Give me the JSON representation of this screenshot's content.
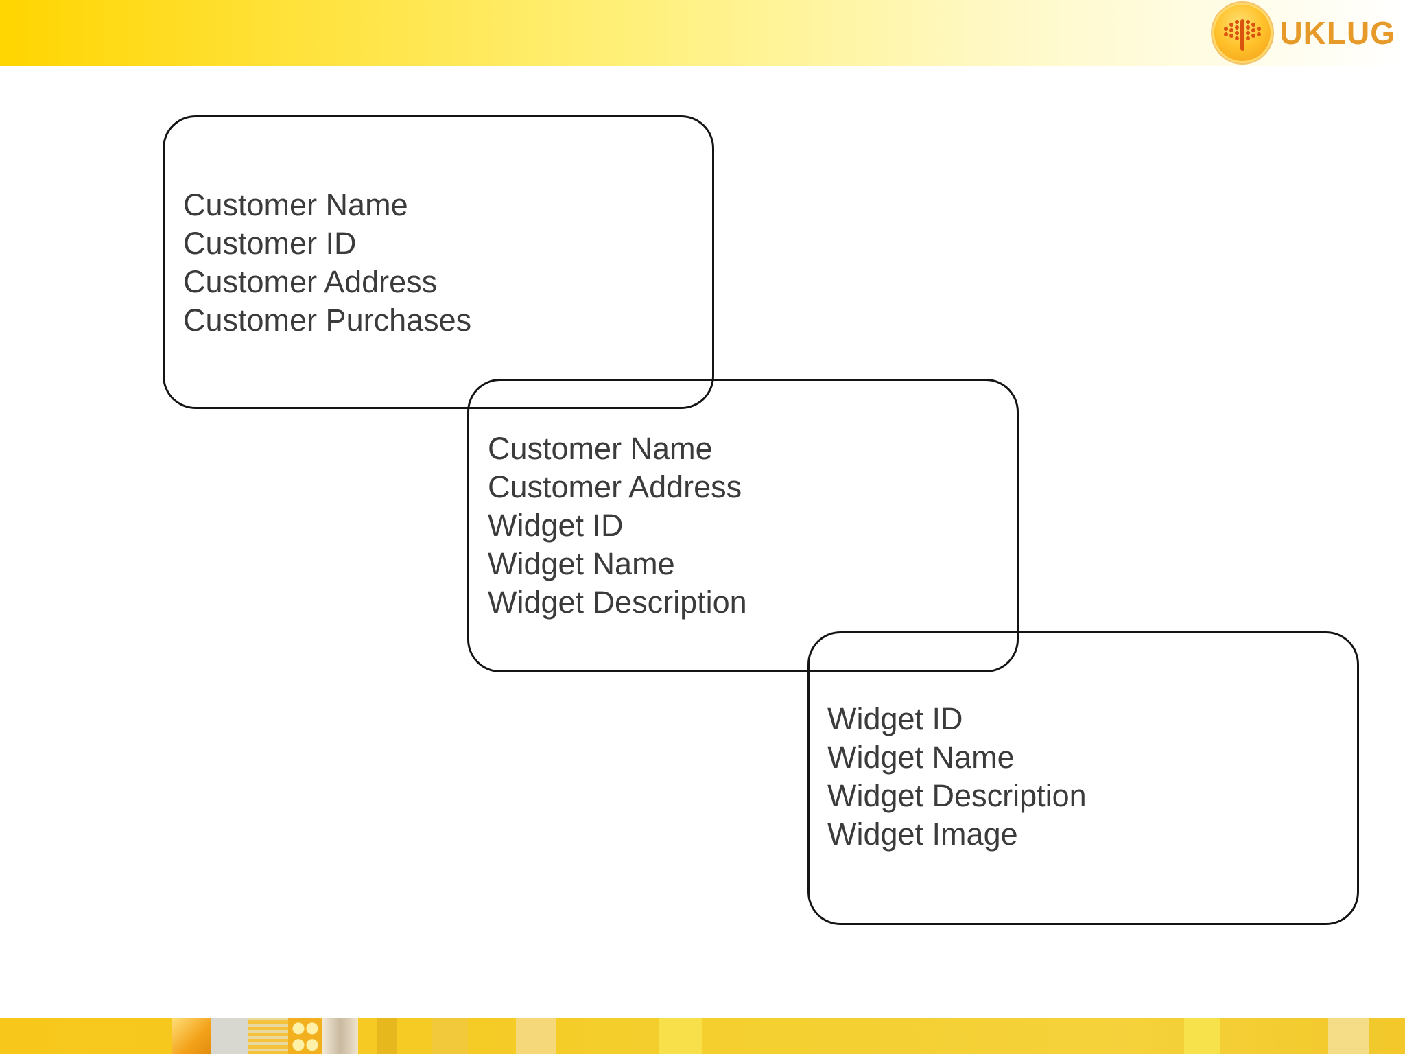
{
  "header": {
    "logo_text": "UKLUG",
    "logo_icon": "uklug-logo-icon"
  },
  "boxes": [
    {
      "lines": [
        "Customer Name",
        "Customer ID",
        "Customer Address",
        "Customer Purchases"
      ]
    },
    {
      "lines": [
        "Customer Name",
        "Customer Address",
        "Widget ID",
        "Widget Name",
        "Widget Description"
      ]
    },
    {
      "lines": [
        "Widget ID",
        "Widget Name",
        "Widget Description",
        "Widget Image"
      ]
    }
  ],
  "colors": {
    "banner_yellow": "#ffd500",
    "outline": "#141414",
    "text": "#3b3b3b",
    "logo_orange": "#e69a2a"
  }
}
